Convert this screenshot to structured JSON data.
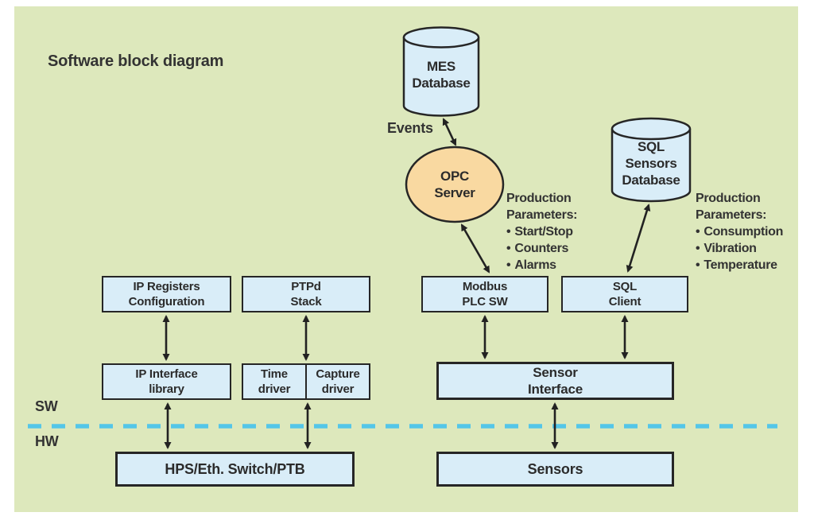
{
  "title": "Software block diagram",
  "colors": {
    "panel_background": "#dde8bc",
    "box_fill": "#d9edf8",
    "box_border": "#262626",
    "opc_fill": "#f9d9a1",
    "dashed_line": "#54c6e8",
    "text": "#2d2d2d"
  },
  "labels": {
    "events": "Events",
    "sw": "SW",
    "hw": "HW"
  },
  "cylinders": {
    "mes_db": [
      "MES",
      "Database"
    ],
    "sql_db": [
      "SQL",
      "Sensors",
      "Database"
    ]
  },
  "ellipse": {
    "opc_server": [
      "OPC",
      "Server"
    ]
  },
  "lists": {
    "bullet": "•",
    "opc_params": {
      "heading": [
        "Production",
        "Parameters:"
      ],
      "items": [
        "Start/Stop",
        "Counters",
        "Alarms"
      ]
    },
    "sql_params": {
      "heading": [
        "Production",
        "Parameters:"
      ],
      "items": [
        "Consumption",
        "Vibration",
        "Temperature"
      ]
    }
  },
  "boxes": {
    "ip_registers": [
      "IP Registers",
      "Configuration"
    ],
    "ptpd_stack": [
      "PTPd",
      "Stack"
    ],
    "modbus_plc": [
      "Modbus",
      "PLC SW"
    ],
    "sql_client": [
      "SQL",
      "Client"
    ],
    "ip_interface": [
      "IP Interface",
      "library"
    ],
    "time_driver": [
      "Time",
      "driver"
    ],
    "capture_driver": [
      "Capture",
      "driver"
    ],
    "sensor_interface": [
      "Sensor",
      "Interface"
    ],
    "hps_switch": "HPS/Eth. Switch/PTB",
    "sensors": "Sensors"
  }
}
